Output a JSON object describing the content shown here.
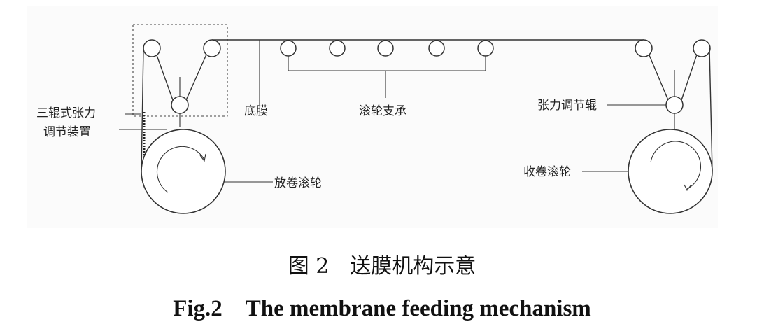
{
  "diagram": {
    "labels": {
      "tension_device_line1": "三辊式张力",
      "tension_device_line2": "调节装置",
      "base_film": "底膜",
      "roller_support": "滚轮支承",
      "tension_roller": "张力调节辊",
      "unwind_roller": "放卷滚轮",
      "rewind_roller": "收卷滚轮"
    },
    "support_roller_count": 5
  },
  "caption": {
    "chinese": "图 2　送膜机构示意",
    "english": "Fig.2　The membrane feeding mechanism"
  }
}
